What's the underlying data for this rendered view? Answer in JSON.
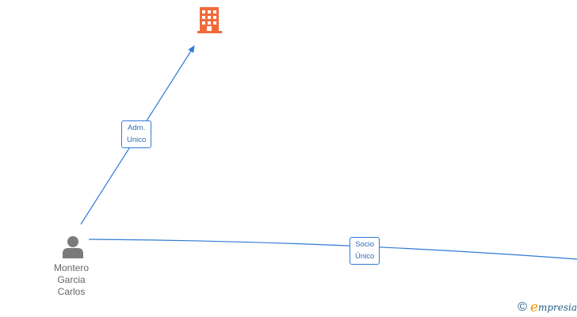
{
  "colors": {
    "edge": "#2f7ad6",
    "company_icon": "#f26a3a",
    "person_icon": "#7a7a7a",
    "label_text": "#2f6db5"
  },
  "company_node": {
    "icon": "building-icon"
  },
  "person_node": {
    "icon": "person-icon",
    "name_lines": [
      "Montero",
      "Garcia",
      "Carlos"
    ]
  },
  "edges": [
    {
      "from": "person",
      "to": "company",
      "label_lines": [
        "Adm.",
        "Unico"
      ]
    },
    {
      "from": "person",
      "to": "offscreen-right",
      "label_lines": [
        "Socio",
        "Único"
      ]
    }
  ],
  "watermark": {
    "symbol": "©",
    "brand_first": "e",
    "brand_rest": "mpresia"
  }
}
